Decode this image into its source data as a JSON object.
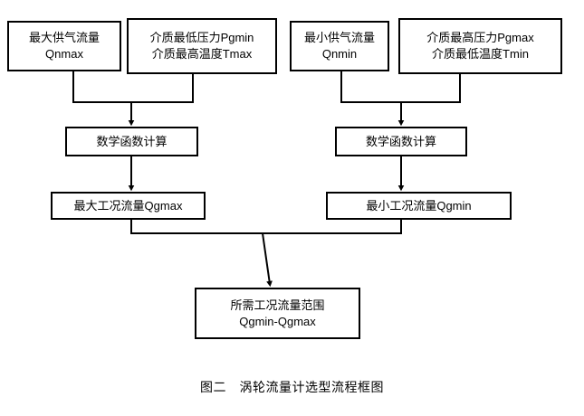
{
  "figure": {
    "caption": "图二　涡轮流量计选型流程框图",
    "background_color": "#ffffff",
    "stroke_color": "#000000"
  },
  "nodes": {
    "qnmax": {
      "line1": "最大供气流量",
      "line2": "Qnmax"
    },
    "pgmin": {
      "line1": "介质最低压力Pgmin",
      "line2": "介质最高温度Tmax"
    },
    "qnmin": {
      "line1": "最小供气流量",
      "line2": "Qnmin"
    },
    "pgmax": {
      "line1": "介质最高压力Pgmax",
      "line2": "介质最低温度Tmin"
    },
    "calc_left": {
      "line1": "数学函数计算"
    },
    "calc_right": {
      "line1": "数学函数计算"
    },
    "qgmax": {
      "line1": "最大工况流量Qgmax"
    },
    "qgmin": {
      "line1": "最小工况流量Qgmin"
    },
    "final": {
      "line1": "所需工况流量范围",
      "line2": "Qgmin-Qgmax"
    }
  },
  "chart_data": {
    "type": "diagram",
    "title": "图二　涡轮流量计选型流程框图",
    "diagram_kind": "flowchart",
    "orientation": "top-to-bottom",
    "nodes": [
      {
        "id": "qnmax",
        "text": "最大供气流量 Qnmax",
        "column": "left",
        "row": 1
      },
      {
        "id": "pgmin",
        "text": "介质最低压力Pgmin 介质最高温度Tmax",
        "column": "left",
        "row": 1
      },
      {
        "id": "qnmin",
        "text": "最小供气流量 Qnmin",
        "column": "right",
        "row": 1
      },
      {
        "id": "pgmax",
        "text": "介质最高压力Pgmax 介质最低温度Tmin",
        "column": "right",
        "row": 1
      },
      {
        "id": "calc_left",
        "text": "数学函数计算",
        "column": "left",
        "row": 2
      },
      {
        "id": "calc_right",
        "text": "数学函数计算",
        "column": "right",
        "row": 2
      },
      {
        "id": "qgmax",
        "text": "最大工况流量Qgmax",
        "column": "left",
        "row": 3
      },
      {
        "id": "qgmin",
        "text": "最小工况流量Qgmin",
        "column": "right",
        "row": 3
      },
      {
        "id": "final",
        "text": "所需工况流量范围 Qgmin-Qgmax",
        "column": "center",
        "row": 4
      }
    ],
    "edges": [
      {
        "from": "qnmax",
        "to": "calc_left",
        "style": "elbow-merge",
        "arrow": true
      },
      {
        "from": "pgmin",
        "to": "calc_left",
        "style": "elbow-merge",
        "arrow": true
      },
      {
        "from": "qnmin",
        "to": "calc_right",
        "style": "elbow-merge",
        "arrow": true
      },
      {
        "from": "pgmax",
        "to": "calc_right",
        "style": "elbow-merge",
        "arrow": true
      },
      {
        "from": "calc_left",
        "to": "qgmax",
        "style": "straight",
        "arrow": true
      },
      {
        "from": "calc_right",
        "to": "qgmin",
        "style": "straight",
        "arrow": true
      },
      {
        "from": "qgmax",
        "to": "final",
        "style": "elbow-merge",
        "arrow": true
      },
      {
        "from": "qgmin",
        "to": "final",
        "style": "elbow-merge",
        "arrow": true
      }
    ]
  }
}
